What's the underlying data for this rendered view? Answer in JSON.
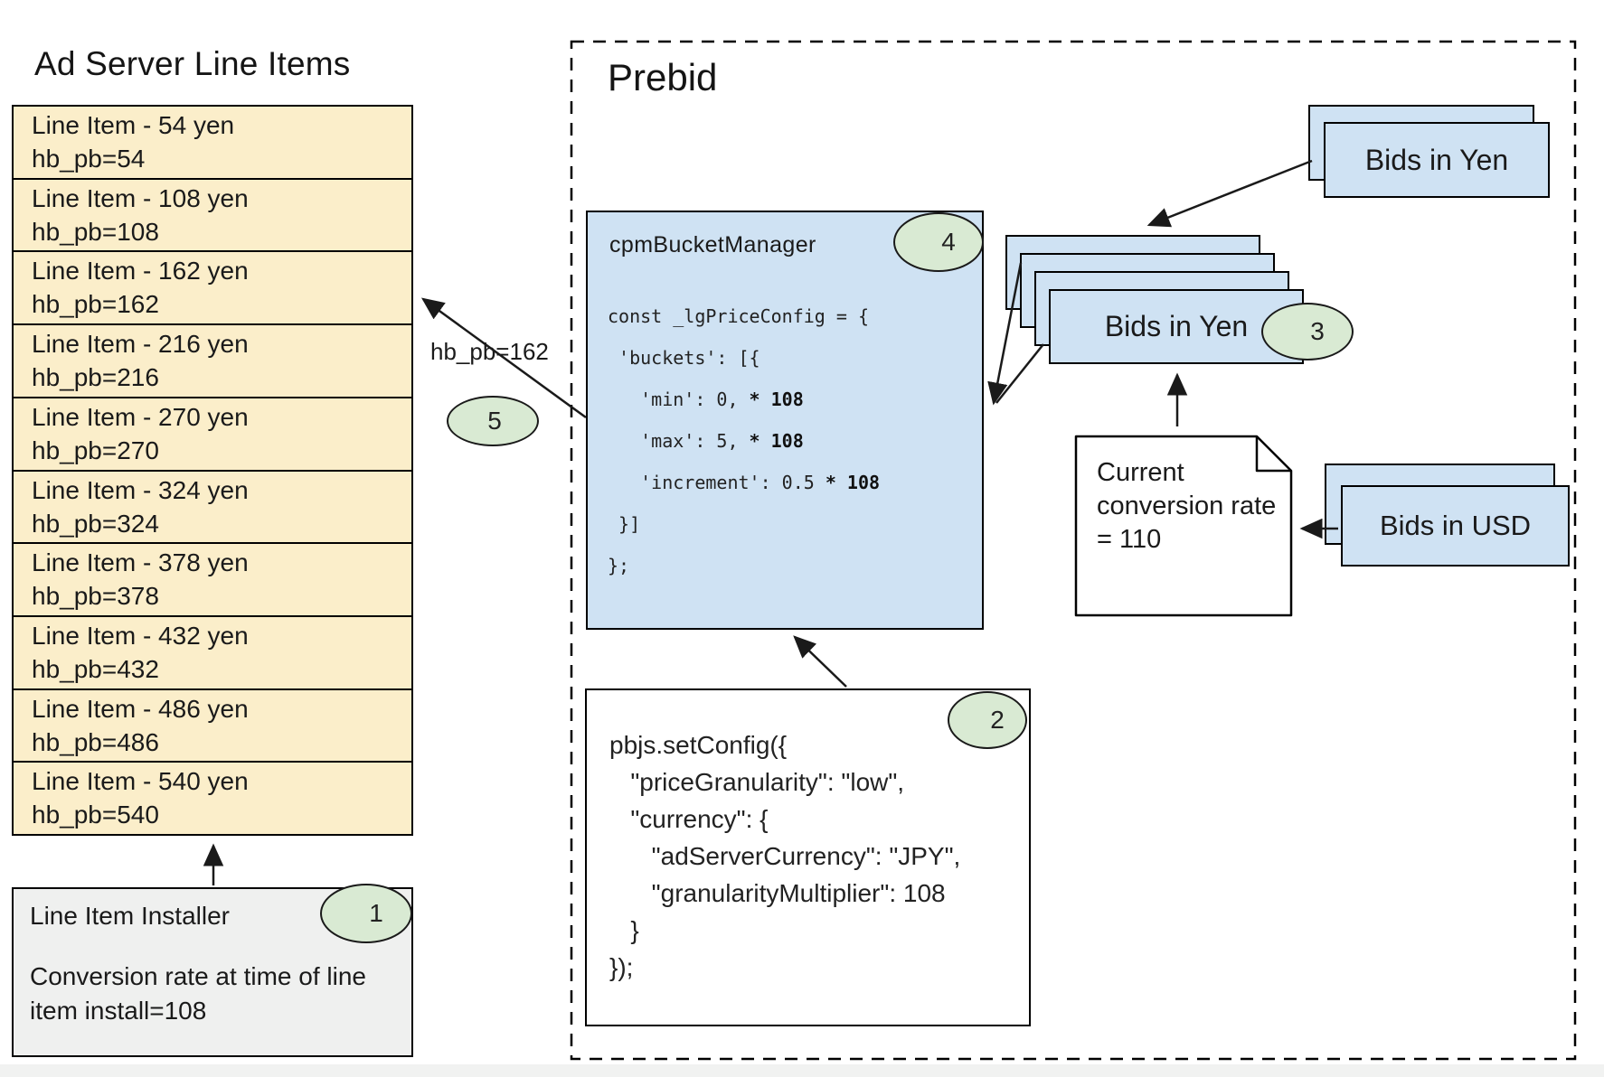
{
  "ad_server": {
    "title": "Ad Server Line Items",
    "line_items": [
      {
        "name": "Line Item - 54 yen",
        "param": "hb_pb=54"
      },
      {
        "name": "Line Item - 108 yen",
        "param": "hb_pb=108"
      },
      {
        "name": "Line Item - 162 yen",
        "param": "hb_pb=162"
      },
      {
        "name": "Line Item - 216 yen",
        "param": "hb_pb=216"
      },
      {
        "name": "Line Item - 270 yen",
        "param": "hb_pb=270"
      },
      {
        "name": "Line Item - 324 yen",
        "param": "hb_pb=324"
      },
      {
        "name": "Line Item - 378 yen",
        "param": "hb_pb=378"
      },
      {
        "name": "Line Item - 432 yen",
        "param": "hb_pb=432"
      },
      {
        "name": "Line Item - 486 yen",
        "param": "hb_pb=486"
      },
      {
        "name": "Line Item - 540 yen",
        "param": "hb_pb=540"
      }
    ],
    "installer": {
      "title": "Line Item Installer",
      "badge": "1",
      "note": "Conversion rate at time of line item install=108"
    }
  },
  "prebid": {
    "title": "Prebid",
    "bucket_manager": {
      "title": "cpmBucketManager",
      "badge": "4",
      "lines": [
        {
          "t": "const _lgPriceConfig = {"
        },
        {
          "t": " 'buckets': [{"
        },
        {
          "t": "   'min': 0, ",
          "b": "* 108"
        },
        {
          "t": "   'max': 5, ",
          "b": "* 108"
        },
        {
          "t": "   'increment': 0.5 ",
          "b": "* 108"
        },
        {
          "t": " }]"
        },
        {
          "t": "};"
        }
      ]
    },
    "set_config": {
      "badge": "2",
      "lines": [
        "pbjs.setConfig({",
        "   \"priceGranularity\": \"low\",",
        "   \"currency\": {",
        "      \"adServerCurrency\": \"JPY\",",
        "      \"granularityMultiplier\": 108",
        "   }",
        "});"
      ]
    },
    "bids_yen_top": {
      "label": "Bids in Yen"
    },
    "bids_yen_stack": {
      "label": "Bids in Yen",
      "badge": "3"
    },
    "conversion_note": {
      "text": "Current conversion rate = 110"
    },
    "bids_usd": {
      "label": "Bids in USD"
    },
    "edge_label": "hb_pb=162",
    "badge5": "5"
  },
  "colors": {
    "line_item_fill": "#fbeeca",
    "card_fill": "#cfe2f3",
    "badge_fill": "#d9ead3",
    "installer_fill": "#eff0ef",
    "border": "#000000"
  }
}
